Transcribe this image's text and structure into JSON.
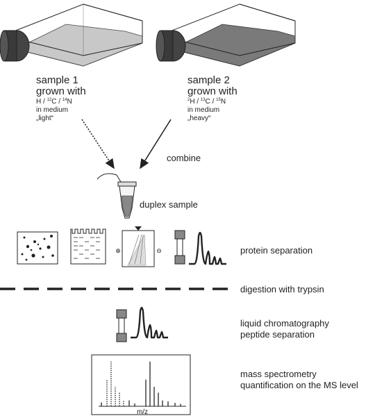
{
  "sample1": {
    "title": "sample 1",
    "grown": "grown with",
    "isotopes": {
      "h": "H / ",
      "c_mass": "12",
      "c": "C / ",
      "n_mass": "14",
      "n": "N"
    },
    "medium": "in medium",
    "label": "„light“"
  },
  "sample2": {
    "title": "sample 2",
    "grown": "grown with",
    "isotopes": {
      "h_mass": "2",
      "h": "H / ",
      "c_mass": "13",
      "c": "C / ",
      "n_mass": "15",
      "n": "N"
    },
    "medium": "in medium",
    "label": "„heavy“"
  },
  "steps": {
    "combine": "combine",
    "duplex": "duplex sample",
    "protein_separation": "protein separation",
    "digestion": "digestion with trypsin",
    "lc_line1": "liquid chromatography",
    "lc_line2": "peptide separation",
    "ms_line1": "mass spectrometry",
    "ms_line2": "quantification on the MS level"
  },
  "gel_electrodes": {
    "plus": "⊕",
    "minus": "⊖"
  },
  "spectrum": {
    "axis_label": "m/z",
    "light_peaks": [
      0.55,
      0.92,
      0.4,
      0.28,
      0.12
    ],
    "heavy_peaks": [
      0.55,
      0.92,
      0.4,
      0.28,
      0.12
    ]
  },
  "colors": {
    "light_medium": "#c8c8c8",
    "heavy_medium": "#7a7a7a",
    "ink": "#222222"
  }
}
